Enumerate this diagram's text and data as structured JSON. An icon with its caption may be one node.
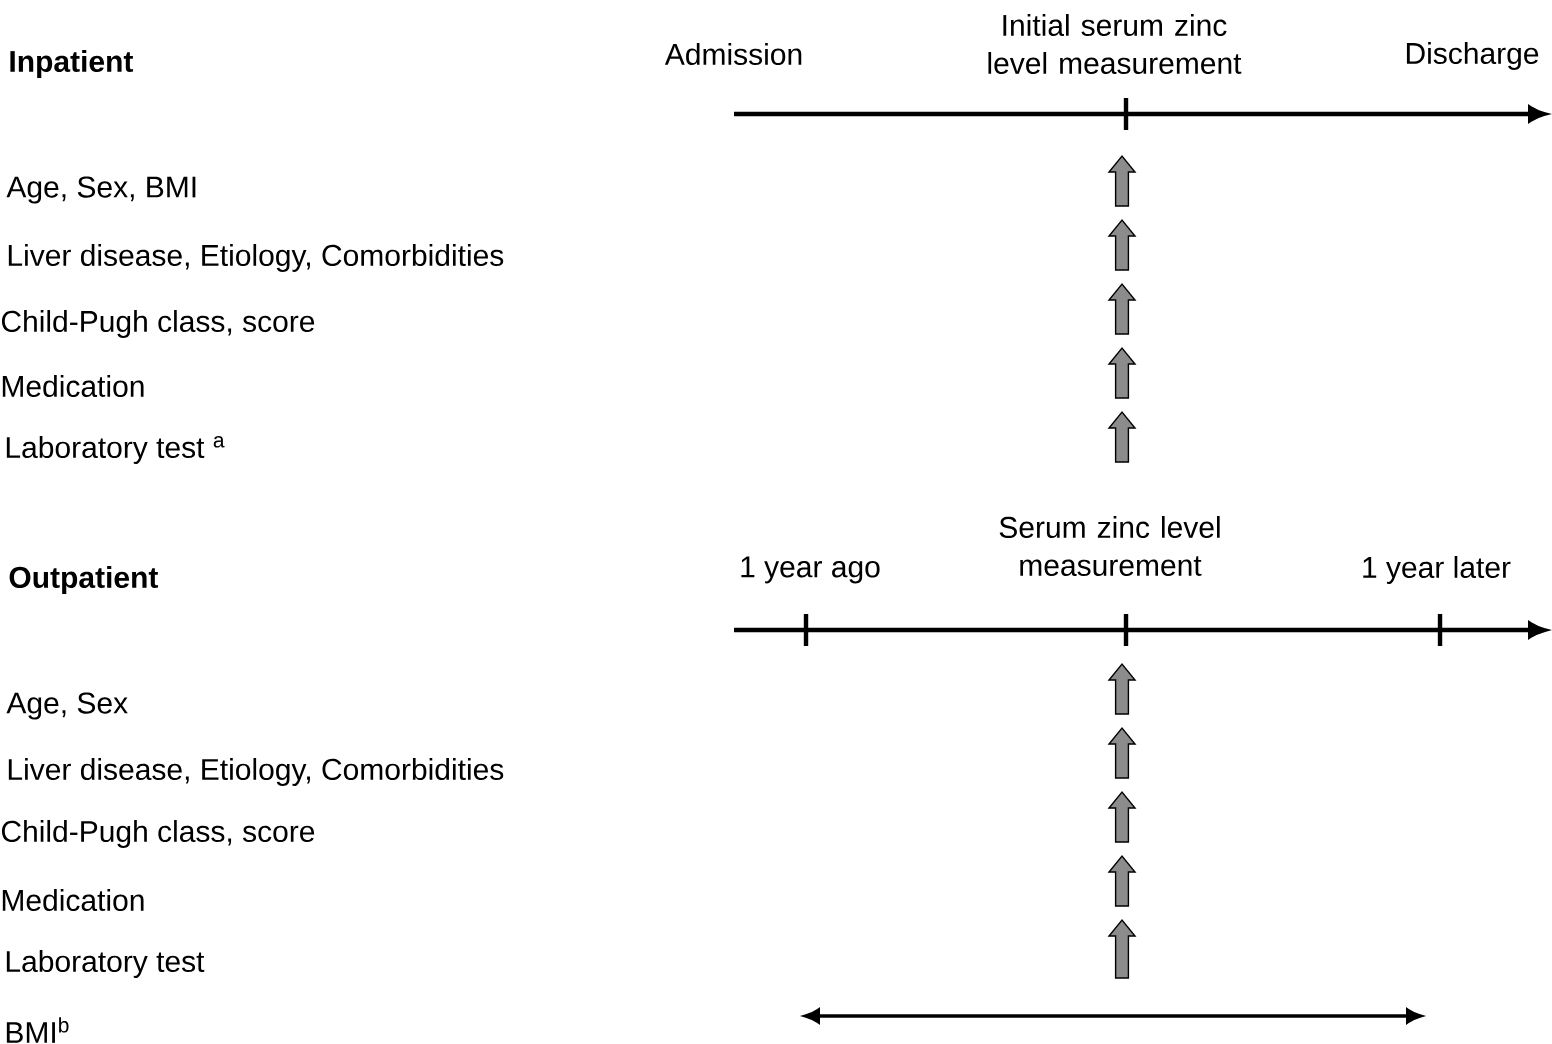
{
  "diagram": {
    "labels": [
      "Inpatient",
      "Admission",
      "Initial serum zinc level measurement",
      "Discharge",
      "Age, Sex, BMI",
      "Liver disease, Etiology, Comorbidities",
      "Child-Pugh class, score",
      "Medication",
      "Laboratory test $^{a}$",
      "Outpatient",
      "1 year ago",
      "Serum zinc level measurement",
      "1 year later",
      "Age, Sex",
      "Liver disease, Etiology, Comorbidities",
      "Child-Pugh class, score",
      "Medication",
      "Laboratory test",
      "BMI$^{b}$"
    ]
  }
}
